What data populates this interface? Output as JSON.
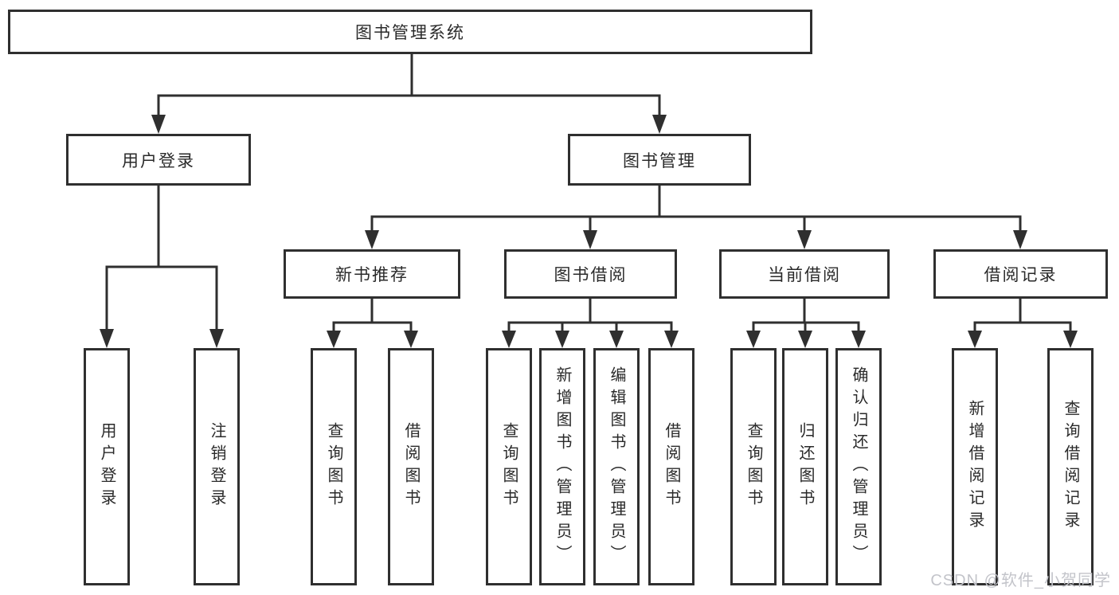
{
  "tree": {
    "label": "图书管理系统",
    "children": [
      {
        "label": "用户登录",
        "children": [
          {
            "label": "用户登录"
          },
          {
            "label": "注销登录"
          }
        ]
      },
      {
        "label": "图书管理",
        "children": [
          {
            "label": "新书推荐",
            "children": [
              {
                "label": "查询图书"
              },
              {
                "label": "借阅图书"
              }
            ]
          },
          {
            "label": "图书借阅",
            "children": [
              {
                "label": "查询图书"
              },
              {
                "label": "新增图书（管理员）"
              },
              {
                "label": "编辑图书（管理员）"
              },
              {
                "label": "借阅图书"
              }
            ]
          },
          {
            "label": "当前借阅",
            "children": [
              {
                "label": "查询图书"
              },
              {
                "label": "归还图书"
              },
              {
                "label": "确认归还（管理员）"
              }
            ]
          },
          {
            "label": "借阅记录",
            "children": [
              {
                "label": "新增借阅记录"
              },
              {
                "label": "查询借阅记录"
              }
            ]
          }
        ]
      }
    ]
  },
  "watermark": {
    "text": "CSDN @软件_小贺同学"
  },
  "colors": {
    "line": "#2f2f2f",
    "text": "#2a2a2a",
    "box_background": "#ffffff",
    "watermark": "#c3c4ca",
    "background": "#ffffff"
  }
}
